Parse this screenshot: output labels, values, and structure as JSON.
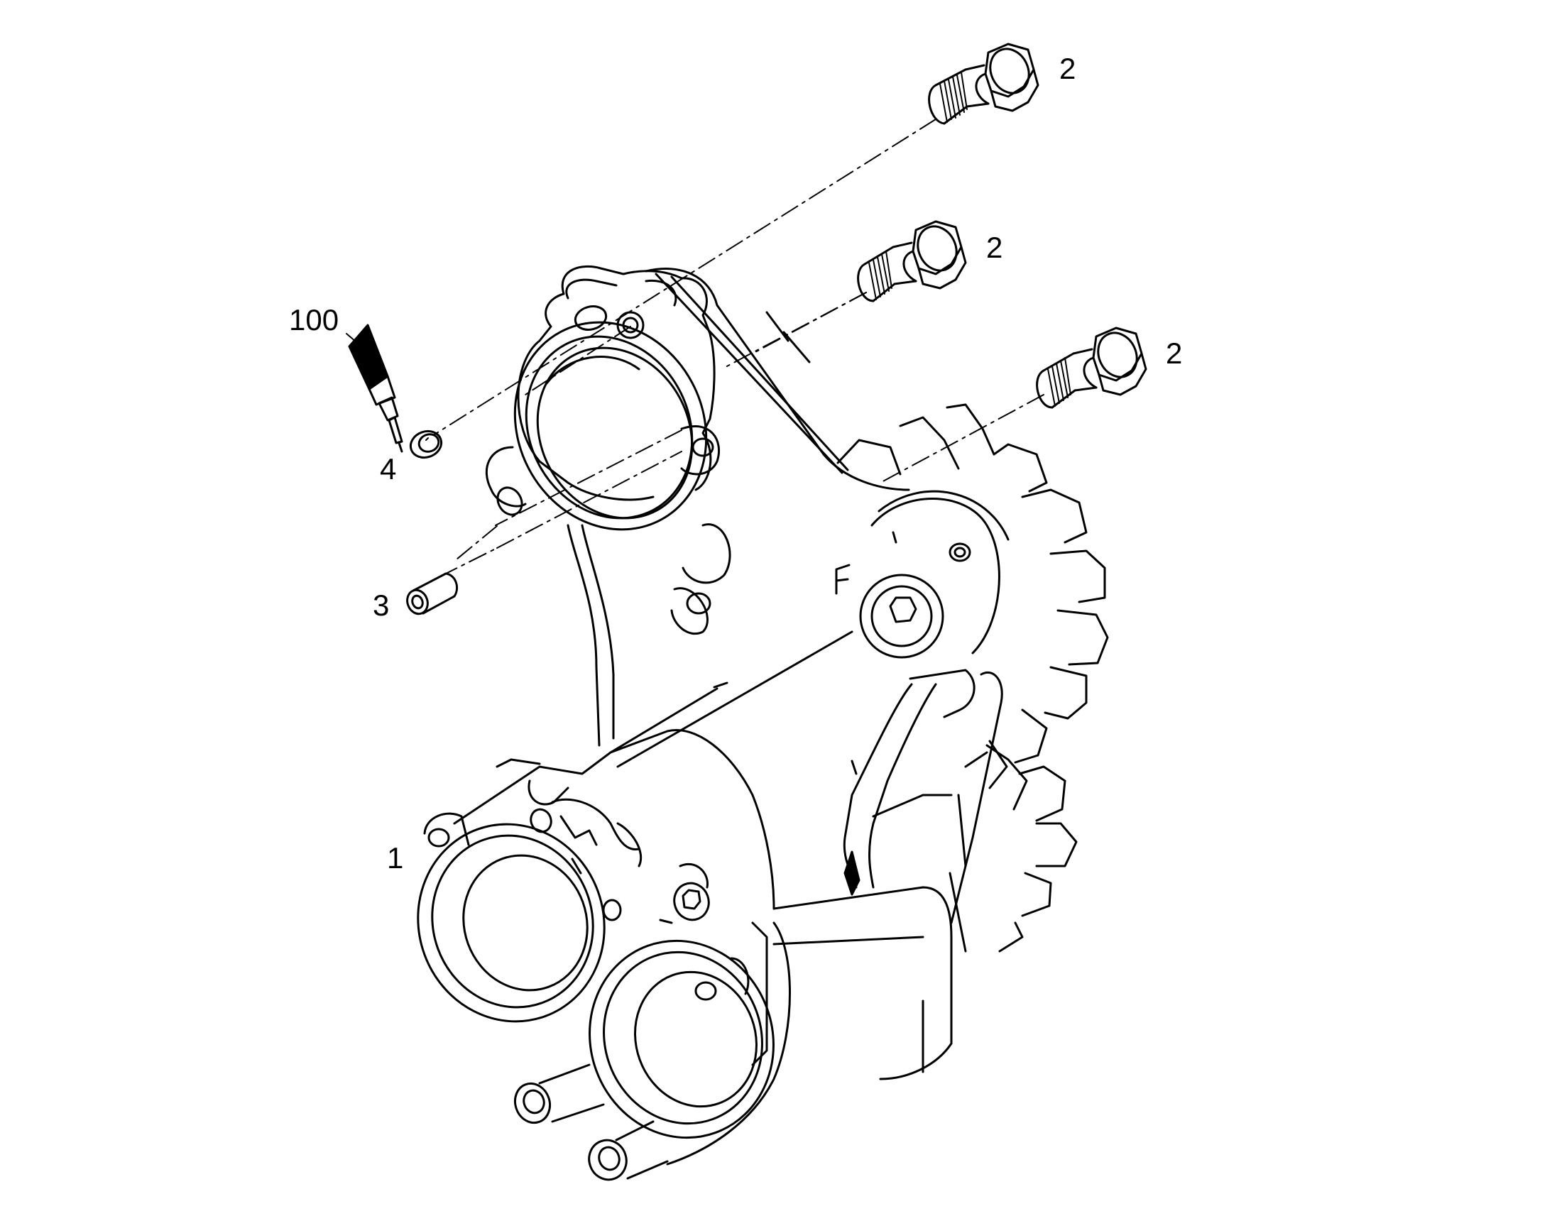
{
  "diagram": {
    "callouts": {
      "bolt_top": "2",
      "bolt_middle": "2",
      "bolt_right": "2",
      "sealant": "100",
      "o_ring": "4",
      "dowel_pin": "3",
      "housing": "1"
    }
  }
}
